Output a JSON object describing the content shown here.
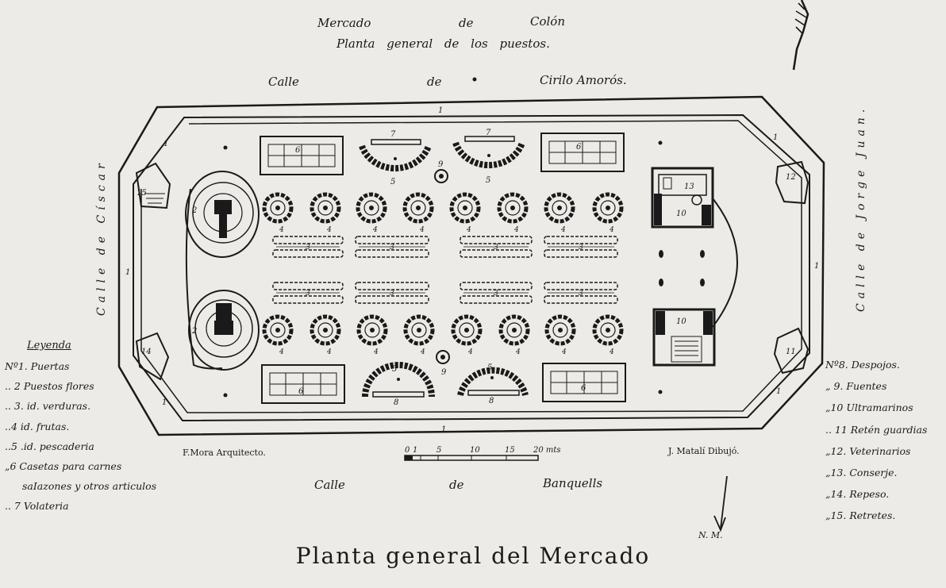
{
  "title": {
    "line1": [
      "Mercado",
      "de",
      "Colón"
    ],
    "line2": "Planta general de los puestos."
  },
  "streets": {
    "top": [
      "Calle",
      "de",
      "Cirilo Amorós."
    ],
    "bottom": [
      "Calle",
      "de",
      "Banquells"
    ],
    "left": "Calle de Císcar",
    "right": "Calle de Jorge Juan."
  },
  "legend_left": {
    "header": "Leyenda",
    "items": [
      "Nº1. Puertas",
      ".. 2 Puestos flores",
      ".. 3. id. verduras.",
      "..4 id. frutas.",
      "..5 .id. pescaderia",
      "„6 Casetas para carnes",
      "saIazones y otros articulos",
      ".. 7 Volateria"
    ]
  },
  "legend_right": {
    "items": [
      "Nº8. Despojos.",
      "„ 9. Fuentes",
      "„10 Ultramarinos",
      ".. 11 Retén guardias",
      "„12. Veterinarios",
      "„13. Conserje.",
      "„14. Repeso.",
      "„15. Retretes."
    ]
  },
  "credits": {
    "architect": "F.Mora Arquitecto.",
    "draftsman": "J. Matalí Dibujó."
  },
  "scale": {
    "labels": [
      "0",
      "1",
      "5",
      "10",
      "15",
      "20 mts"
    ]
  },
  "north": "N. M.",
  "caption": "Planta general del Mercado",
  "plan_labels": {
    "n1": "1",
    "n2": "2",
    "n3": "3",
    "n4": "4",
    "n5": "5",
    "n6": "6",
    "n7": "7",
    "n8": "8",
    "n9": "9",
    "n10": "10",
    "n11": "11",
    "n12": "12",
    "n13": "13",
    "n14": "14",
    "n15": "15"
  },
  "colors": {
    "ink": "#1a1a1a",
    "paper": "#ecebe7"
  },
  "icons": [
    "quill-icon",
    "north-arrow-icon",
    "fountain-icon"
  ]
}
